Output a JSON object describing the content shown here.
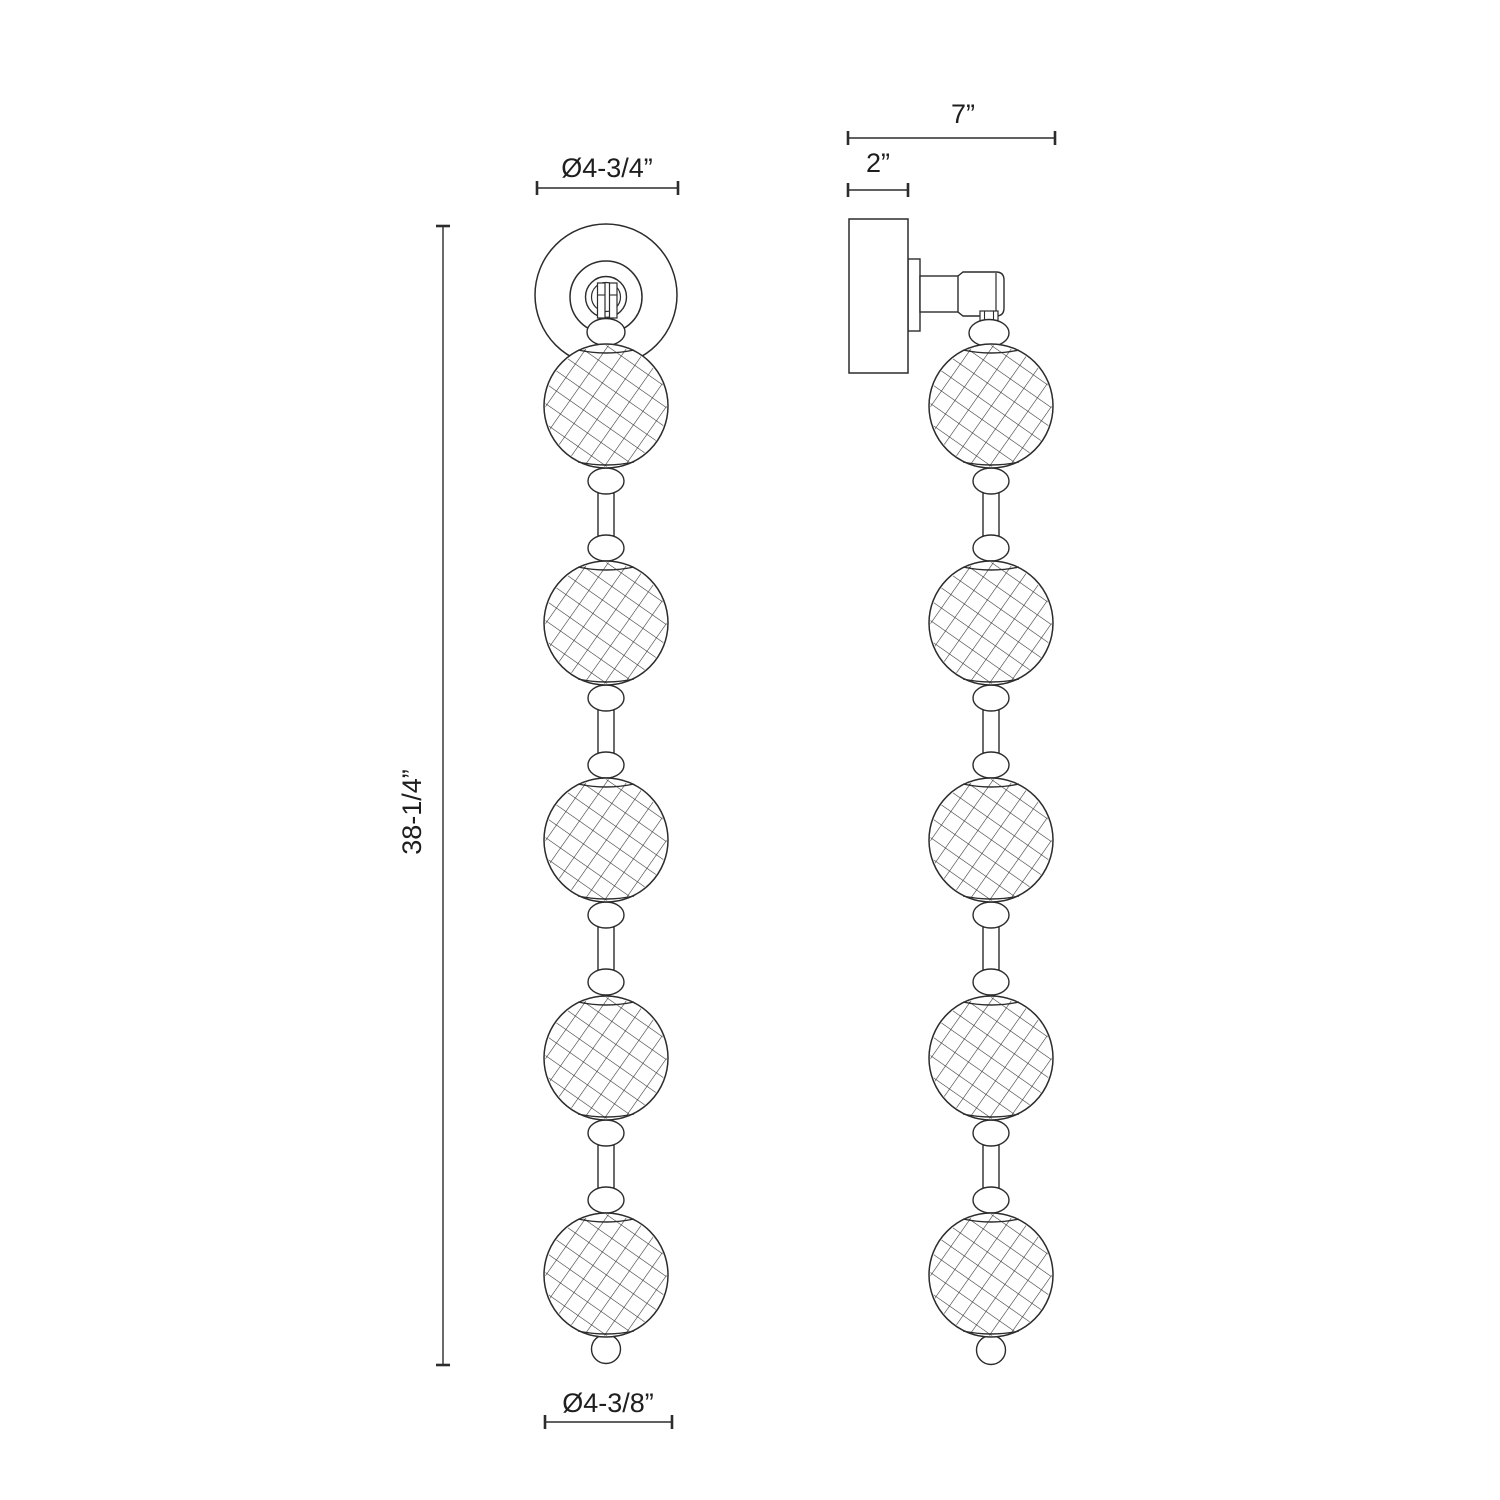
{
  "drawing": {
    "background": "#ffffff",
    "line_color": "#2c2c2c",
    "dimensions": {
      "front_backplate_diameter": "Ø4-3/4”",
      "overall_height": "38-1/4”",
      "ball_diameter": "Ø4-3/8”",
      "overall_depth": "7”",
      "backplate_depth": "2”"
    },
    "front_view": {
      "ball_count": 5
    },
    "side_view": {
      "ball_count": 5
    }
  }
}
